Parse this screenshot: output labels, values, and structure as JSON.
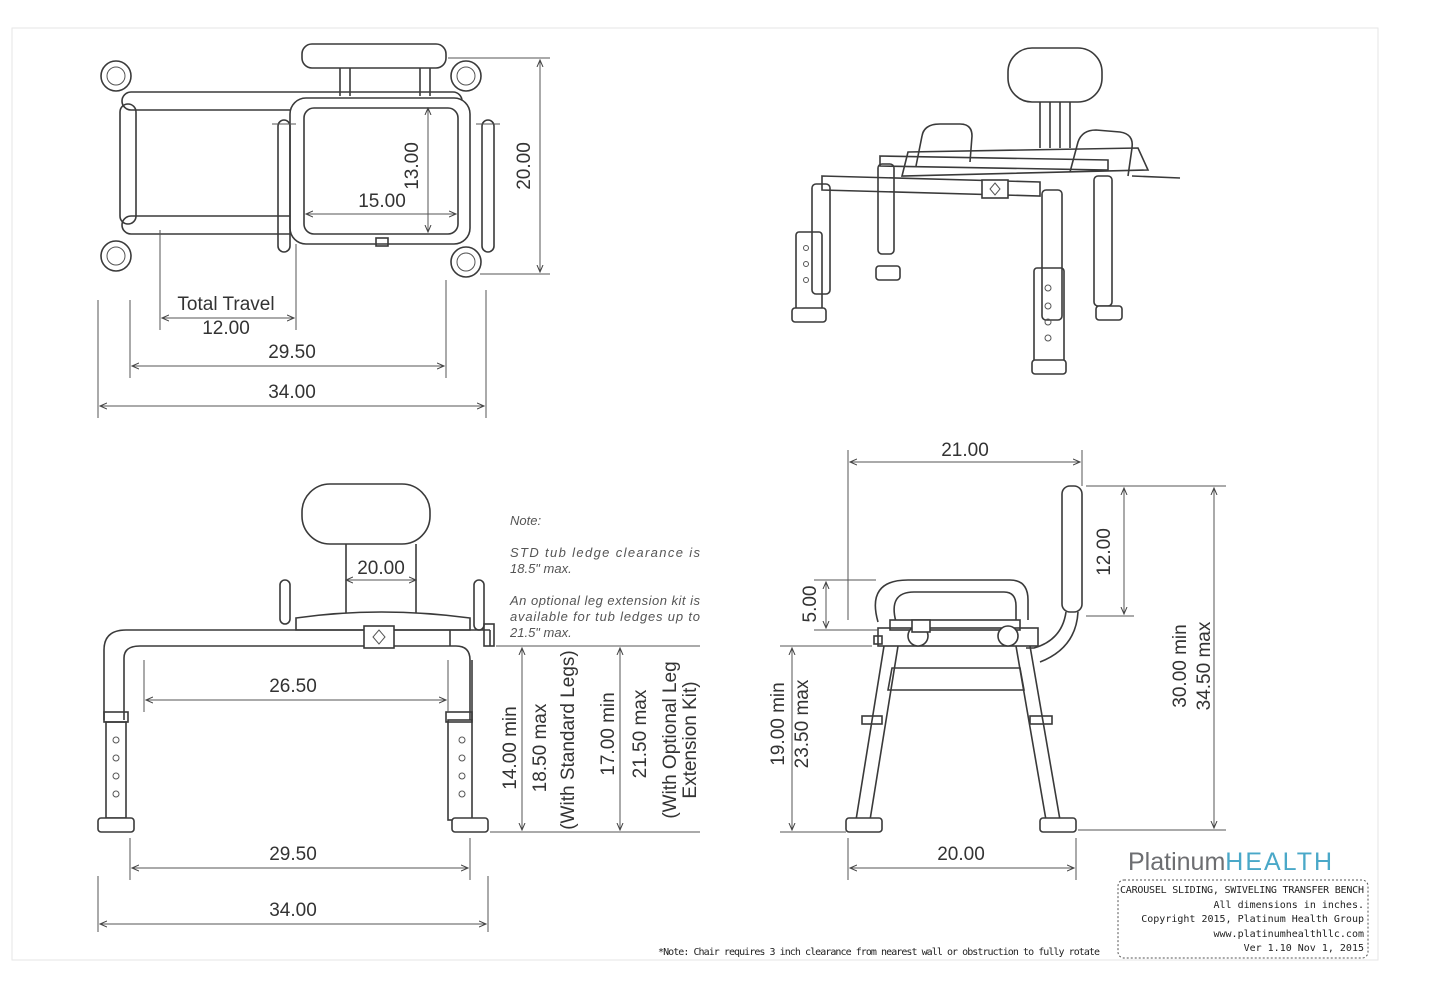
{
  "top_view": {
    "height": "20.00",
    "seat_depth": "13.00",
    "seat_width": "15.00",
    "total_travel_label": "Total Travel",
    "total_travel": "12.00",
    "inner_length": "29.50",
    "overall_length": "34.00"
  },
  "front_view": {
    "backrest_width": "20.00",
    "between_legs": "26.50",
    "foot_span": "29.50",
    "overall_length": "34.00",
    "std_min": "14.00 min",
    "std_max": "18.50 max",
    "std_caption": "(With Standard Legs)",
    "opt_min": "17.00 min",
    "opt_max": "21.50 max",
    "opt_caption_1": "(With Optional Leg",
    "opt_caption_2": "Extension Kit)"
  },
  "note": {
    "heading": "Note:",
    "line1": "STD tub ledge clearance is",
    "line2": "18.5\" max.",
    "line3": "An optional leg extension kit is",
    "line4": "available for tub ledges up to",
    "line5": "21.5\" max."
  },
  "side_view": {
    "top_width": "21.00",
    "backrest_height": "12.00",
    "arm_height": "5.00",
    "seat_min": "19.00 min",
    "seat_max": "23.50 max",
    "overall_min": "30.00 min",
    "overall_max": "34.50 max",
    "base_width": "20.00"
  },
  "title_block": {
    "brand_a": "Platinum",
    "brand_b": "HEALTH",
    "product": "CAROUSEL SLIDING, SWIVELING TRANSFER BENCH",
    "units": "All dimensions in inches.",
    "copyright": "Copyright 2015, Platinum Health Group",
    "website": "www.platinumhealthllc.com",
    "version": "Ver 1.10 Nov 1, 2015"
  },
  "footnote": "*Note: Chair requires 3 inch clearance from nearest wall or obstruction to fully rotate",
  "colors": {
    "line": "#3a3a3a",
    "logo_gray": "#6d6e71",
    "logo_blue": "#4aa8c8"
  }
}
